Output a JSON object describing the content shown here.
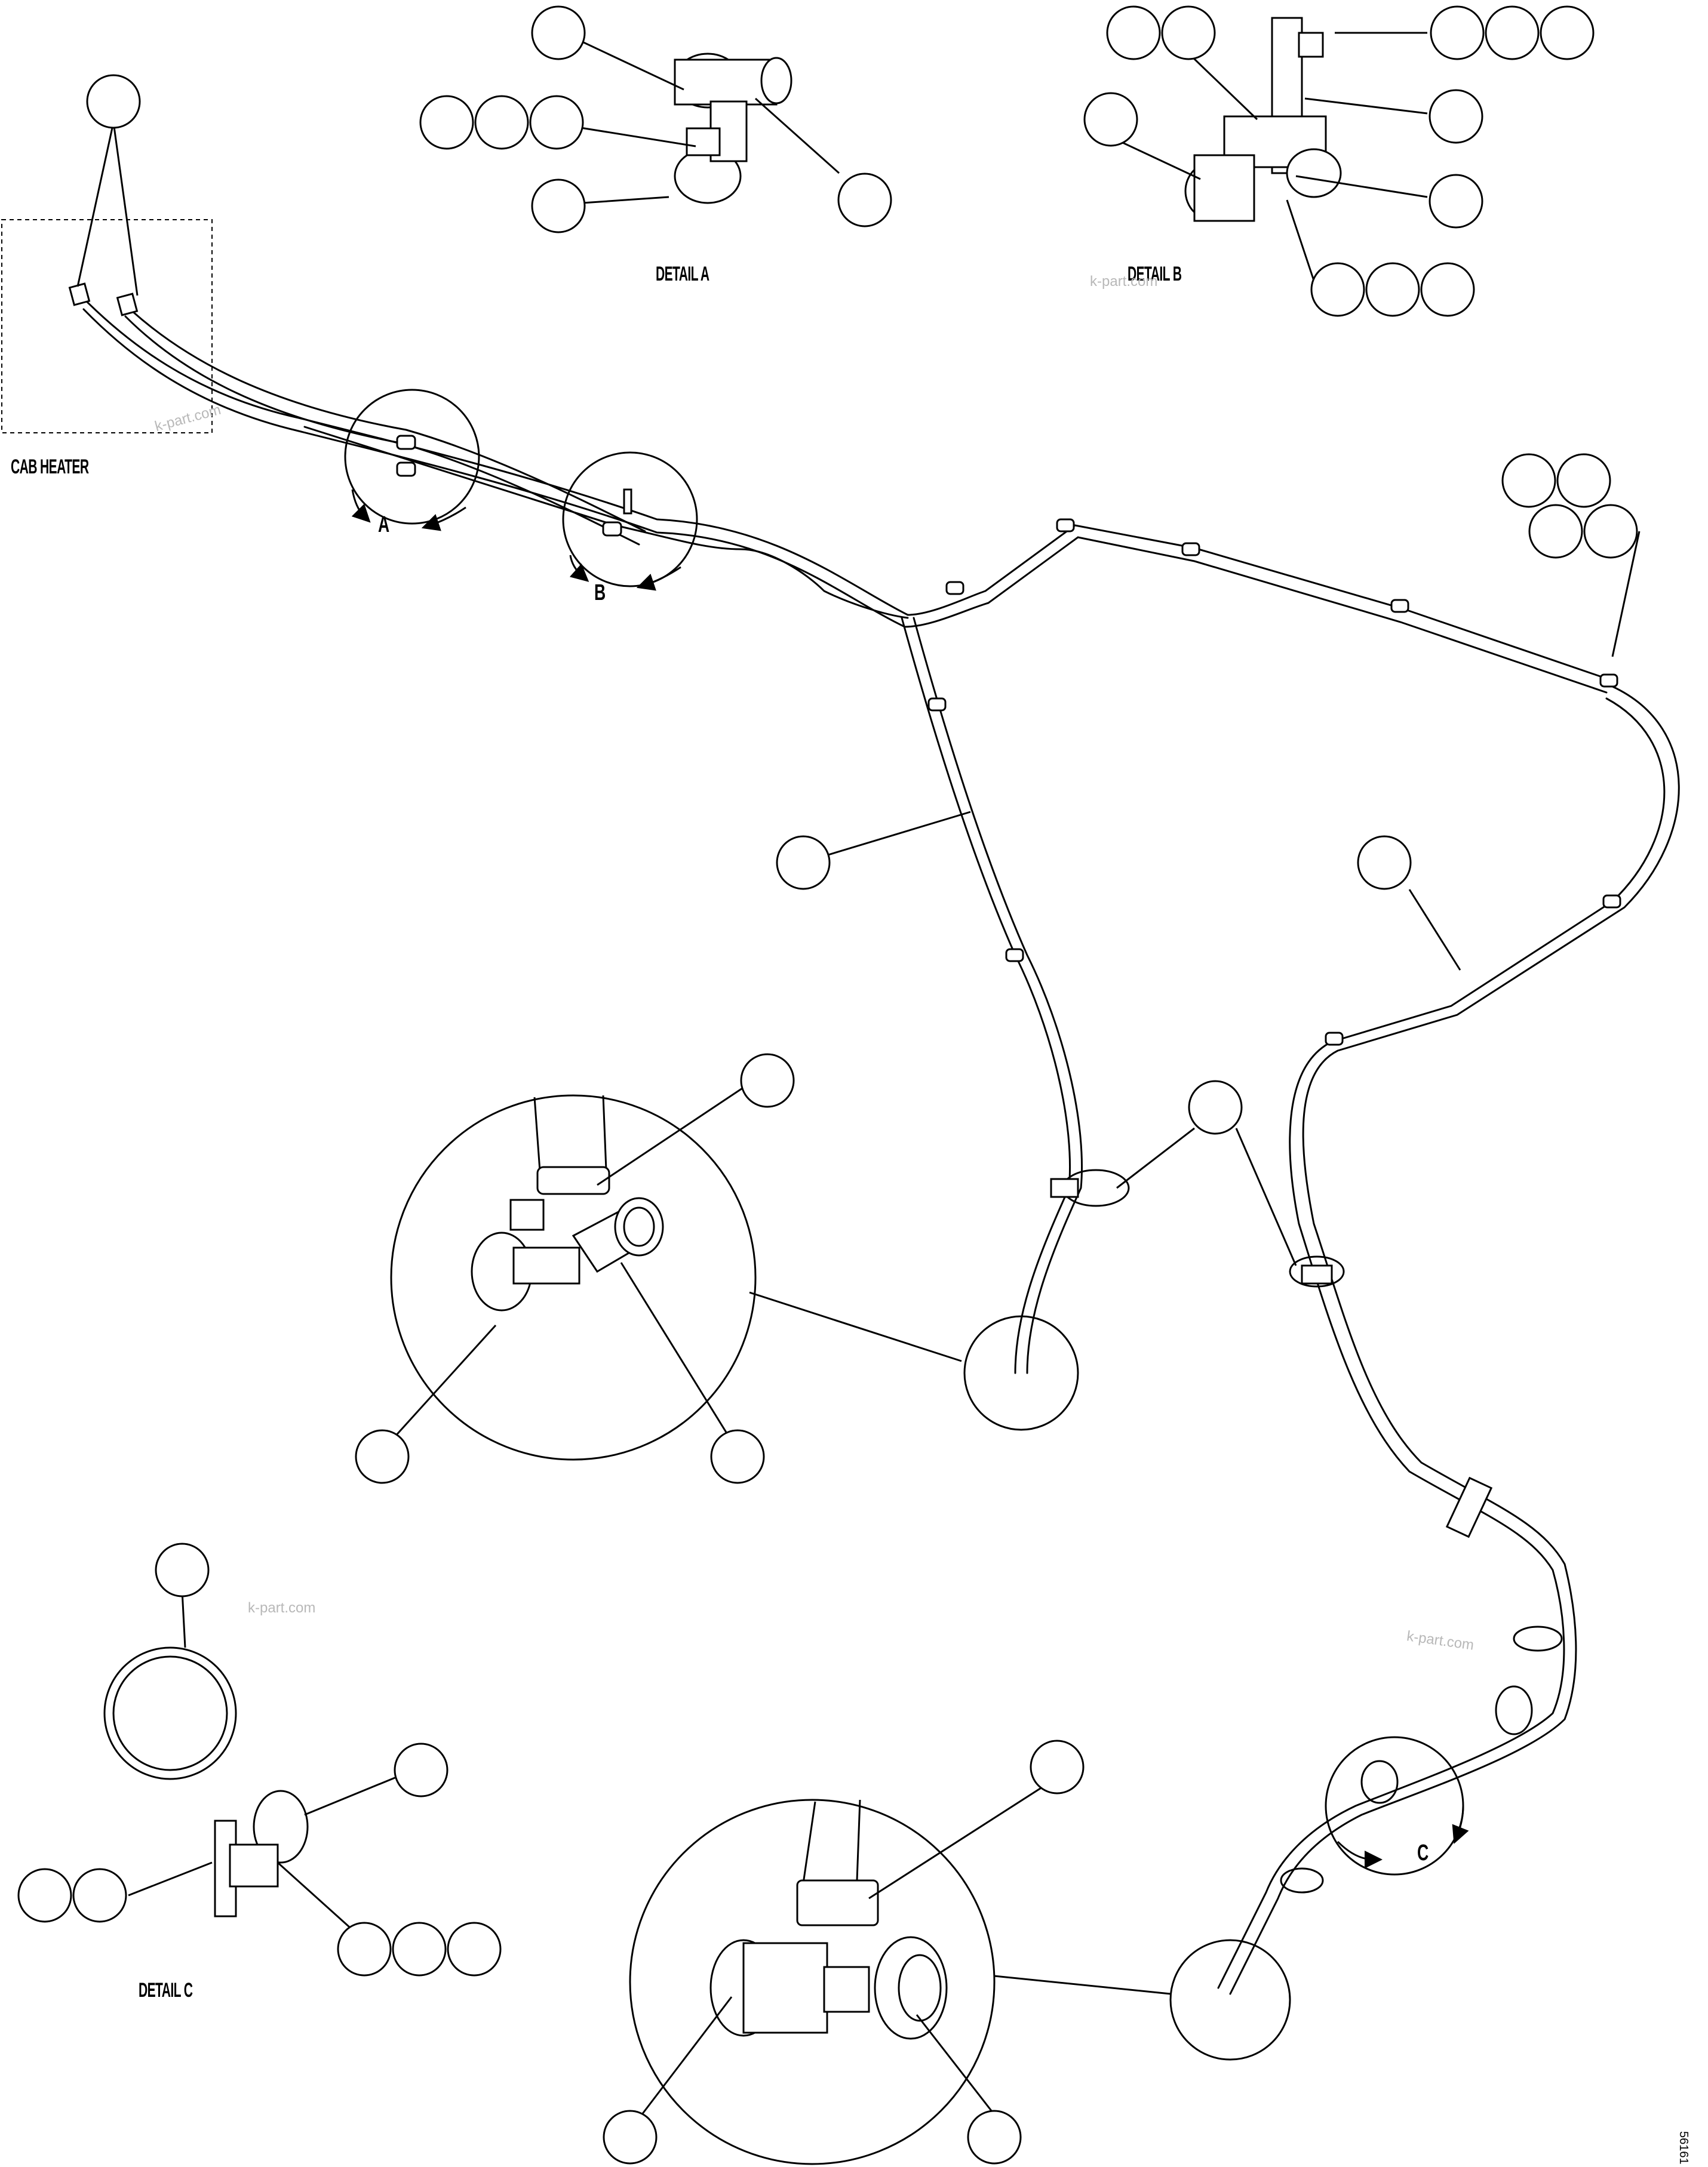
{
  "labels": {
    "detail_a": "DETAIL A",
    "detail_b": "DETAIL B",
    "detail_c": "DETAIL C",
    "cab_heater": "CAB HEATER",
    "view_a": "A",
    "view_b": "B",
    "view_c": "C",
    "figure_ref": "56161"
  },
  "watermark": "k-part.com",
  "colors": {
    "line": "#000000",
    "watermark": "#b8b8b8",
    "background": "#ffffff"
  }
}
